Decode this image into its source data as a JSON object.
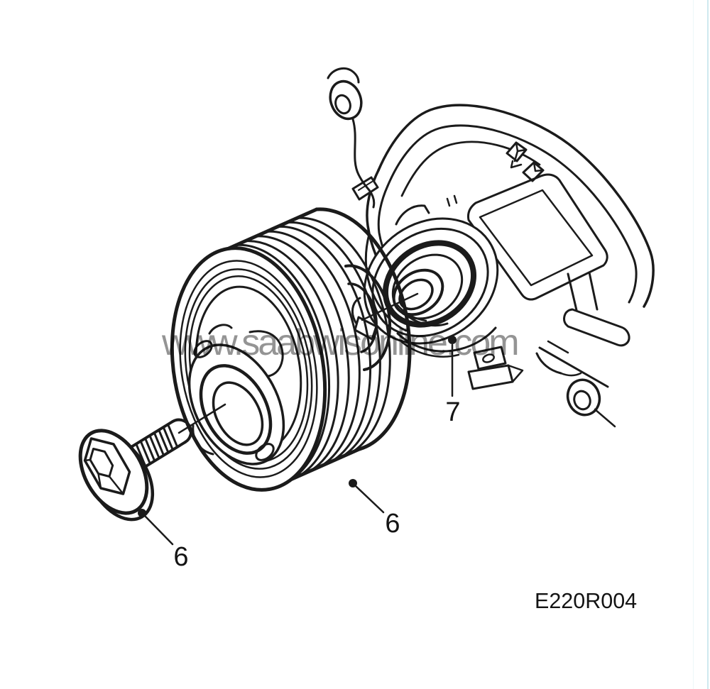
{
  "figure": {
    "id_code": "E220R004",
    "watermark": "www.saabwisonline.com",
    "callouts": [
      {
        "label": "6"
      },
      {
        "label": "6"
      },
      {
        "label": "7"
      }
    ],
    "colors": {
      "line": "#1b1b1b",
      "label": "#141414",
      "watermark": "#8c8c8c",
      "background": "#ffffff",
      "edge_tint": "#cfe9ef"
    }
  }
}
